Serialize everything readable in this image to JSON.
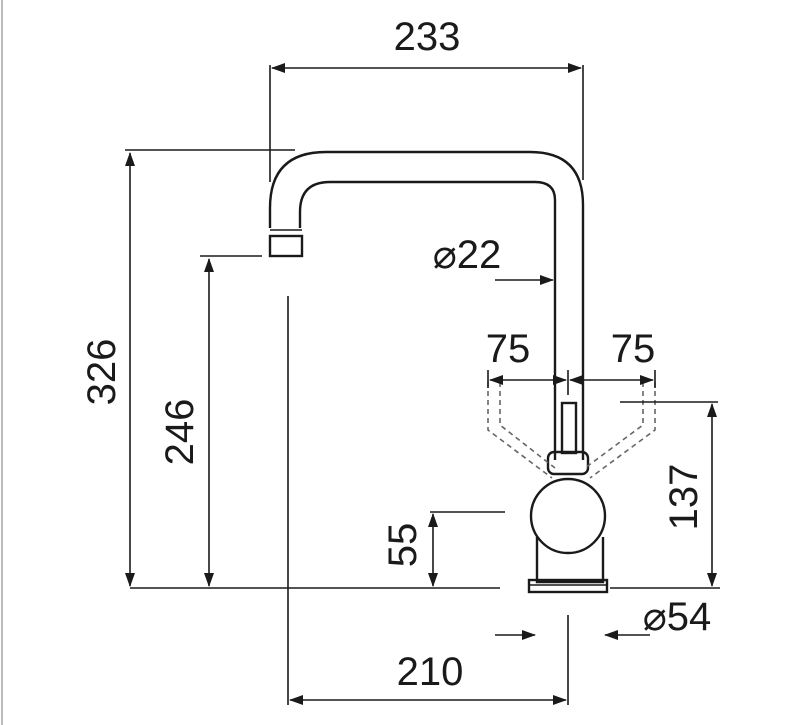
{
  "dimensions": {
    "overall_width": "233",
    "overall_height": "326",
    "spout_height": "246",
    "pipe_diameter": "⌀22",
    "lever_left": "75",
    "lever_right": "75",
    "lever_height": "137",
    "base_height": "55",
    "base_diameter": "⌀54",
    "reach": "210"
  },
  "colors": {
    "line": "#1a1a1a",
    "dashed": "#666666",
    "background": "#ffffff"
  }
}
